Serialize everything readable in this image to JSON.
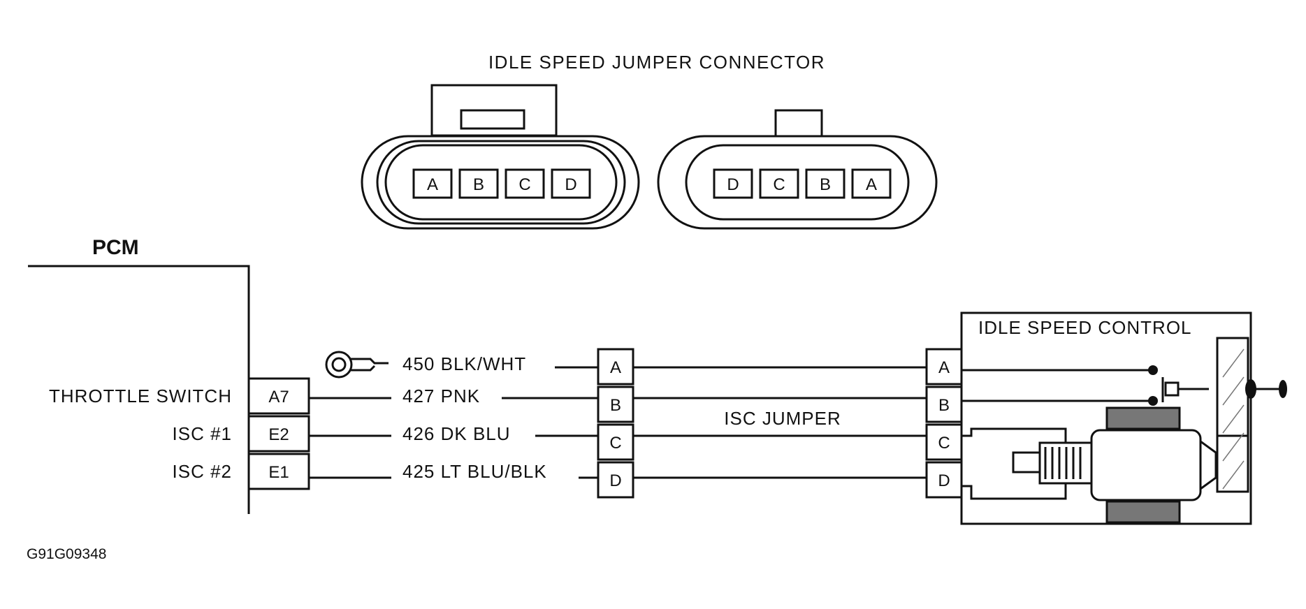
{
  "title": "IDLE SPEED JUMPER CONNECTOR",
  "pcm_label": "PCM",
  "figure_id": "G91G09348",
  "connector_left_pins": [
    "A",
    "B",
    "C",
    "D"
  ],
  "connector_right_pins": [
    "D",
    "C",
    "B",
    "A"
  ],
  "pcm_circuits": [
    {
      "name": "",
      "pin": ""
    },
    {
      "name": "THROTTLE SWITCH",
      "pin": "A7"
    },
    {
      "name": "ISC #1",
      "pin": "E2"
    },
    {
      "name": "ISC #2",
      "pin": "E1"
    }
  ],
  "wires": [
    {
      "label": "450 BLK/WHT",
      "mid_pin": "A",
      "isc_pin": "A"
    },
    {
      "label": "427 PNK",
      "mid_pin": "B",
      "isc_pin": "B"
    },
    {
      "label": "426 DK BLU",
      "mid_pin": "C",
      "isc_pin": "C"
    },
    {
      "label": "425 LT BLU/BLK",
      "mid_pin": "D",
      "isc_pin": "D"
    }
  ],
  "jumper_label": "ISC JUMPER",
  "isc_label": "IDLE SPEED CONTROL"
}
